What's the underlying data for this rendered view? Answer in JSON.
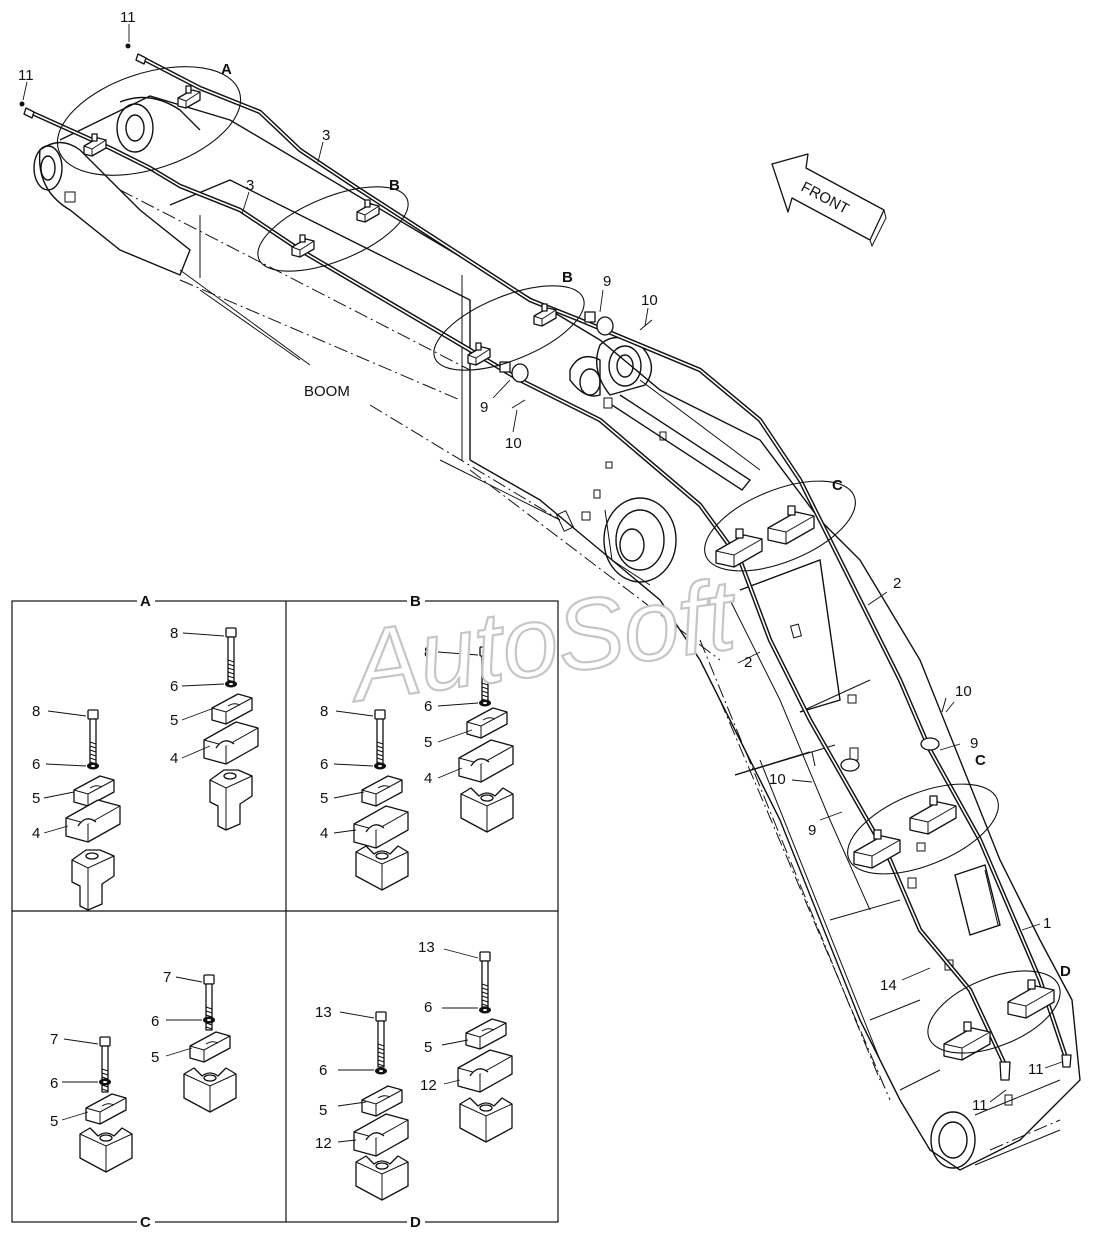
{
  "labels": {
    "front": "FRONT",
    "boom": "BOOM",
    "watermark": "AutoSoft"
  },
  "detail_letters": {
    "a": "A",
    "b": "B",
    "c": "C",
    "d": "D"
  },
  "part_numbers": {
    "n1": "1",
    "n2": "2",
    "n3": "3",
    "n4": "4",
    "n5": "5",
    "n6": "6",
    "n7": "7",
    "n8": "8",
    "n9": "9",
    "n10": "10",
    "n11": "11",
    "n12": "12",
    "n13": "13",
    "n14": "14"
  },
  "panels": [
    {
      "name": "detail-a",
      "letter": "A"
    },
    {
      "name": "detail-b",
      "letter": "B"
    },
    {
      "name": "detail-c",
      "letter": "C"
    },
    {
      "name": "detail-d",
      "letter": "D"
    }
  ]
}
